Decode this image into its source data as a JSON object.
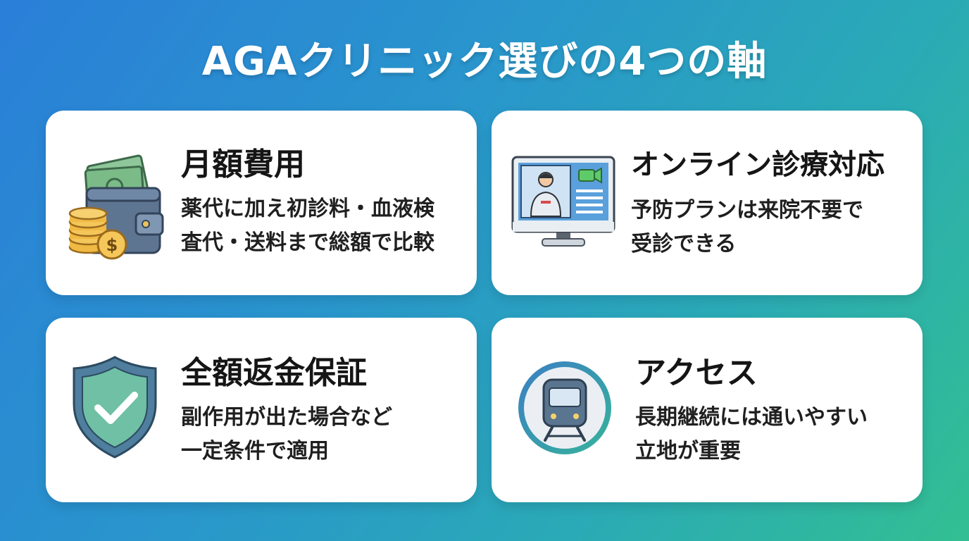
{
  "title": "AGAクリニック選びの4つの軸",
  "cards": [
    {
      "title": "月額費用",
      "desc_lines": [
        "薬代に加え初診料・血液検",
        "査代・送料まで総額で比較"
      ],
      "icon": "wallet-money-icon"
    },
    {
      "title": "オンライン診療対応",
      "desc_lines": [
        "予防プランは来院不要で",
        "受診できる"
      ],
      "icon": "online-consultation-monitor-icon"
    },
    {
      "title": "全額返金保証",
      "desc_lines": [
        "副作用が出た場合など",
        "一定条件で適用"
      ],
      "icon": "shield-check-icon"
    },
    {
      "title": "アクセス",
      "desc_lines": [
        "長期継続には通いやすい",
        "立地が重要"
      ],
      "icon": "train-icon"
    }
  ],
  "colors": {
    "background_start": "#2a7fd8",
    "background_end": "#33bf92",
    "card": "#ffffff",
    "title_text": "#ffffff",
    "card_text": "#151515"
  }
}
